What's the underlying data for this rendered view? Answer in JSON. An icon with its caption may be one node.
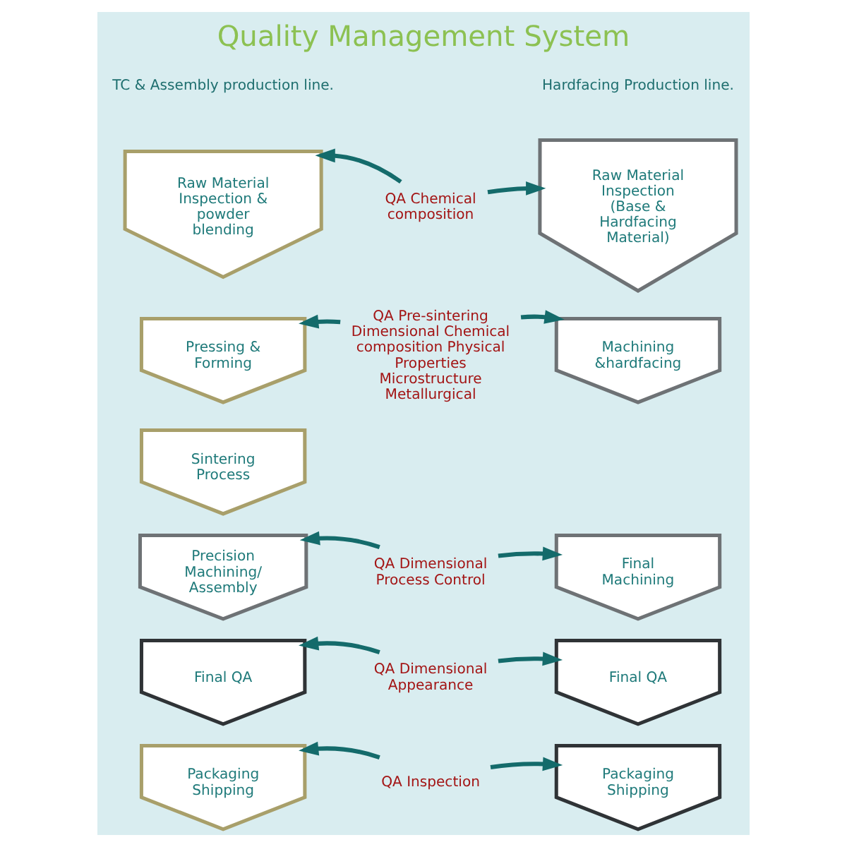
{
  "diagram": {
    "title": "Quality Management System",
    "nodes": [
      {
        "text": [
          "Raw Material Inspection & powder blending"
        ]
      },
      {
        "text": [
          "Pressing & Forming"
        ]
      },
      {
        "text": [
          "Sintering Process"
        ]
      },
      {
        "text": [
          "Precision Machining/ Assembly"
        ]
      },
      {
        "text": [
          "Final QA"
        ]
      },
      {
        "text": [
          "Packaging Shipping"
        ]
      },
      {
        "text": [
          "QA Chemical composition"
        ]
      },
      {
        "text": [
          "QA Pre-sintering Dimensional Chemical composition Physical Properties Microstructure Metallurgical"
        ]
      },
      {
        "text": [
          "QA Dimensional Process Control"
        ]
      },
      {
        "text": [
          "QA Dimensional Appearance"
        ]
      },
      {
        "text": [
          "QA Inspection"
        ]
      },
      {
        "text": [
          "Raw Material Inspection (Base & Hardfacing Material)"
        ]
      },
      {
        "text": [
          "Machining &hardfacing"
        ]
      },
      {
        "text": [
          "Final Machining"
        ]
      },
      {
        "text": [
          "Final QA"
        ]
      },
      {
        "text": [
          "Packaging Shipping"
        ]
      }
    ],
    "edges": [
      {
        "from": 6,
        "to": 0,
        "arrow": "to"
      },
      {
        "from": 6,
        "to": 11,
        "arrow": "to"
      },
      {
        "from": 7,
        "to": 1,
        "arrow": "to"
      },
      {
        "from": 7,
        "to": 12,
        "arrow": "to"
      },
      {
        "from": 8,
        "to": 3,
        "arrow": "to"
      },
      {
        "from": 8,
        "to": 13,
        "arrow": "to"
      },
      {
        "from": 9,
        "to": 4,
        "arrow": "to"
      },
      {
        "from": 9,
        "to": 14,
        "arrow": "to"
      },
      {
        "from": 10,
        "to": 5,
        "arrow": "to"
      },
      {
        "from": 10,
        "to": 15,
        "arrow": "to"
      }
    ],
    "labels": [
      "TC & Assembly production line.",
      "Hardfacing Production line."
    ]
  }
}
